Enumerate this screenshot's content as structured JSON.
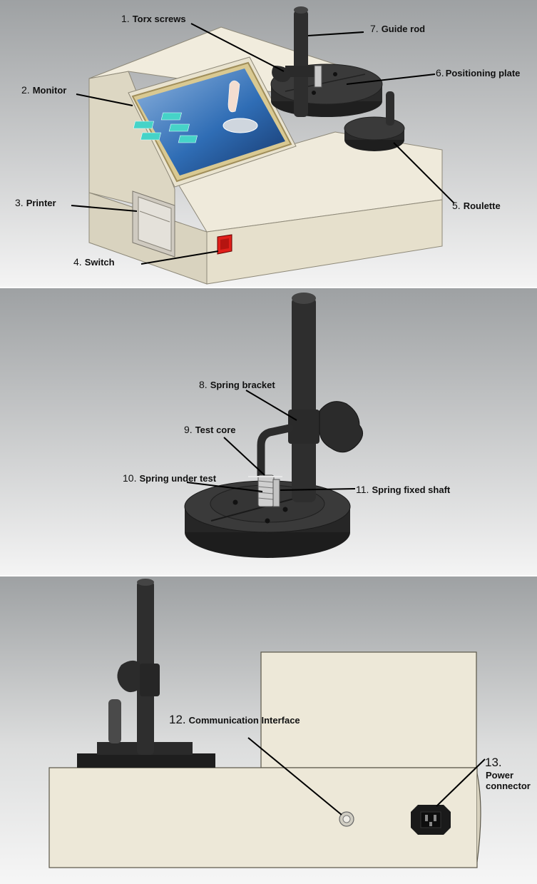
{
  "panels": {
    "overview": {
      "labels": {
        "torx_screws": {
          "num": "1.",
          "text": "Torx screws"
        },
        "monitor": {
          "num": "2.",
          "text": "Monitor"
        },
        "printer": {
          "num": "3.",
          "text": "Printer"
        },
        "switch": {
          "num": "4.",
          "text": "Switch"
        },
        "roulette": {
          "num": "5.",
          "text": "Roulette"
        },
        "positioning_plate": {
          "num": "6.",
          "text": "Positioning plate"
        },
        "guide_rod": {
          "num": "7.",
          "text": "Guide rod"
        }
      }
    },
    "detail": {
      "labels": {
        "spring_bracket": {
          "num": "8.",
          "text": "Spring bracket"
        },
        "test_core": {
          "num": "9.",
          "text": "Test core"
        },
        "spring_under_test": {
          "num": "10.",
          "text": "Spring under test"
        },
        "spring_fixed_shaft": {
          "num": "11.",
          "text": "Spring fixed shaft"
        }
      }
    },
    "rear": {
      "labels": {
        "communication_interface": {
          "num": "12.",
          "text": "Communication Interface"
        },
        "power_connector": {
          "num": "13.",
          "line1": "Power",
          "line2": "connector"
        }
      }
    }
  },
  "colors": {
    "background_top": "#9ea1a3",
    "background_bottom": "#f2f2f2",
    "housing": "#ebe6d5",
    "housing_shadow": "#d8d2bf",
    "dark_parts": "#2b2b2b",
    "screen_blue": "#2f6db5",
    "switch_red": "#e0201a"
  }
}
